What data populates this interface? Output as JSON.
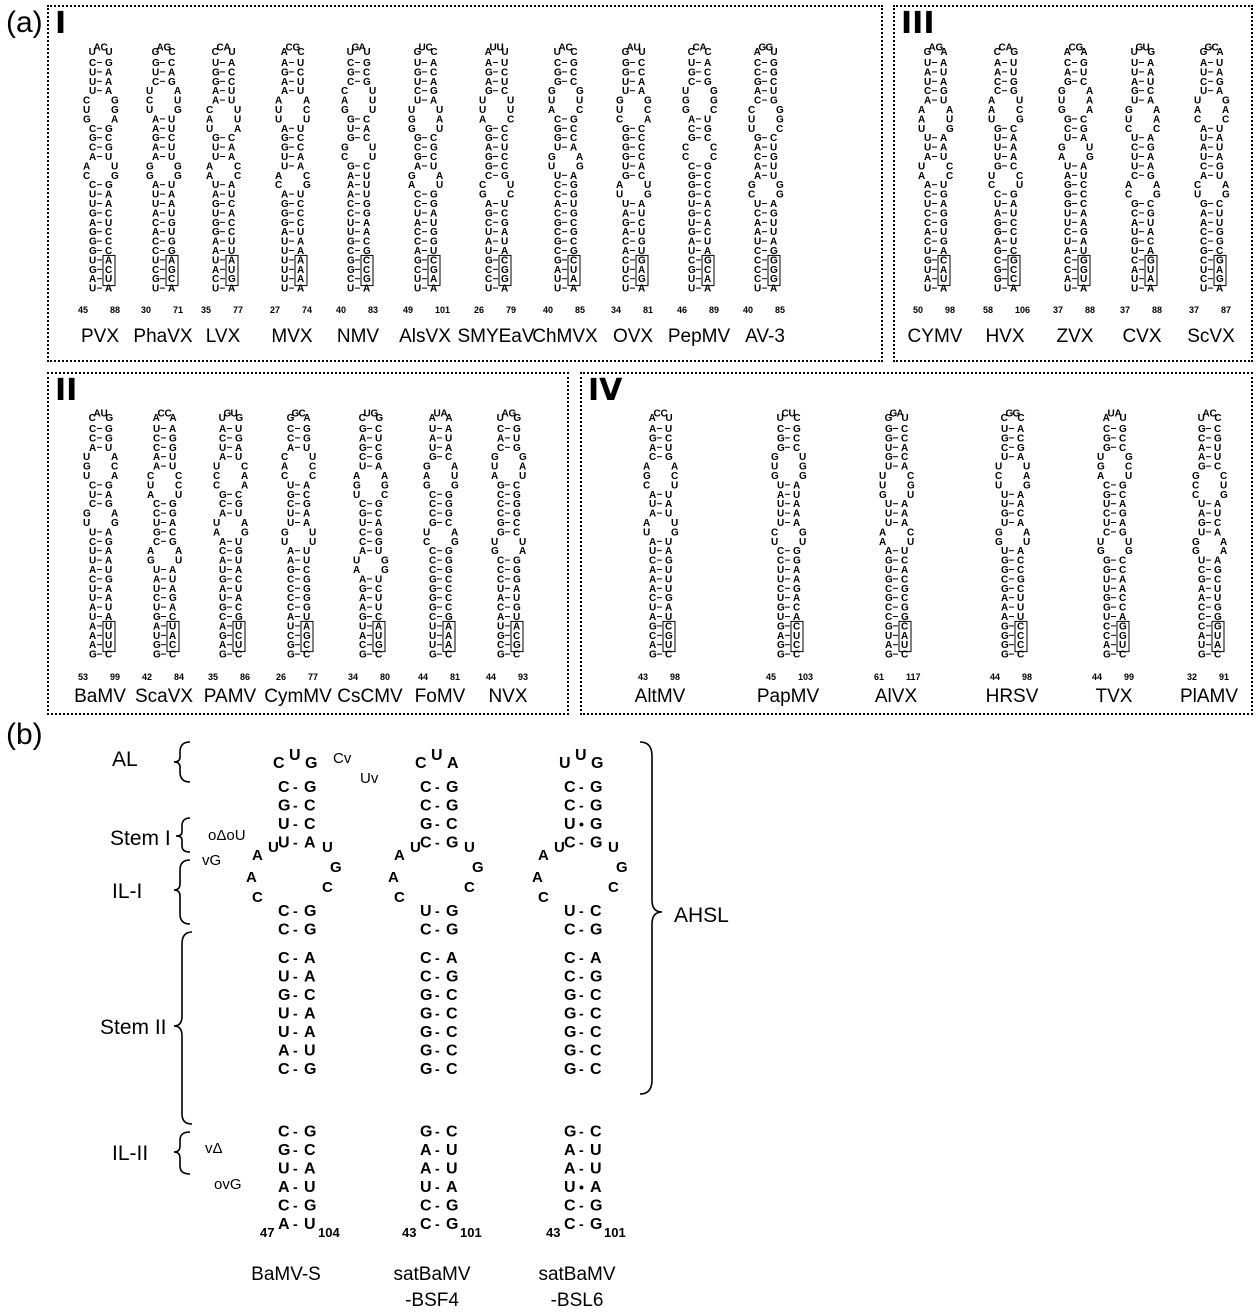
{
  "panel_a_label": "(a)",
  "panel_b_label": "(b)",
  "groups": [
    {
      "roman": "I",
      "viruses": [
        {
          "name": "PVX",
          "start": "45",
          "end": "88"
        },
        {
          "name": "PhaVX",
          "start": "30",
          "end": "71"
        },
        {
          "name": "LVX",
          "start": "35",
          "end": "77"
        },
        {
          "name": "MVX",
          "start": "27",
          "end": "74"
        },
        {
          "name": "NMV",
          "start": "40",
          "end": "83"
        },
        {
          "name": "AlsVX",
          "start": "49",
          "end": "101"
        },
        {
          "name": "SMYEaV",
          "start": "26",
          "end": "79"
        },
        {
          "name": "ChMVX",
          "start": "40",
          "end": "85"
        },
        {
          "name": "OVX",
          "start": "34",
          "end": "81"
        },
        {
          "name": "PepMV",
          "start": "46",
          "end": "89"
        },
        {
          "name": "AV-3",
          "start": "40",
          "end": "85"
        }
      ]
    },
    {
      "roman": "III",
      "viruses": [
        {
          "name": "CYMV",
          "start": "50",
          "end": "98"
        },
        {
          "name": "HVX",
          "start": "58",
          "end": "106"
        },
        {
          "name": "ZVX",
          "start": "37",
          "end": "88"
        },
        {
          "name": "CVX",
          "start": "37",
          "end": "88"
        },
        {
          "name": "ScVX",
          "start": "37",
          "end": "87"
        }
      ]
    },
    {
      "roman": "II",
      "viruses": [
        {
          "name": "BaMV",
          "start": "53",
          "end": "99"
        },
        {
          "name": "ScaVX",
          "start": "42",
          "end": "84"
        },
        {
          "name": "PAMV",
          "start": "35",
          "end": "86"
        },
        {
          "name": "CymMV",
          "start": "26",
          "end": "77"
        },
        {
          "name": "CsCMV",
          "start": "34",
          "end": "80"
        },
        {
          "name": "FoMV",
          "start": "44",
          "end": "81"
        },
        {
          "name": "NVX",
          "start": "44",
          "end": "93"
        }
      ]
    },
    {
      "roman": "IV",
      "viruses": [
        {
          "name": "AltMV",
          "start": "43",
          "end": "98"
        },
        {
          "name": "PapMV",
          "start": "45",
          "end": "103"
        },
        {
          "name": "AlVX",
          "start": "61",
          "end": "117"
        },
        {
          "name": "HRSV",
          "start": "44",
          "end": "98"
        },
        {
          "name": "TVX",
          "start": "44",
          "end": "99"
        },
        {
          "name": "PlAMV",
          "start": "32",
          "end": "91"
        }
      ]
    }
  ],
  "panel_b": {
    "regions": {
      "al": "AL",
      "stem1": "Stem I",
      "il1": "IL-I",
      "stem2": "Stem II",
      "il2": "IL-II",
      "ahsl": "AHSL"
    },
    "mutations": {
      "cv": "Cv",
      "uv": "Uv",
      "delta_u": "oΔoU",
      "vg": "vG",
      "v_delta": "vΔ",
      "ov_g": "ovG"
    },
    "structures": [
      {
        "name_line1": "BaMV-S",
        "name_line2": "",
        "start": "47",
        "end": "104"
      },
      {
        "name_line1": "satBaMV",
        "name_line2": "-BSF4",
        "start": "43",
        "end": "101"
      },
      {
        "name_line1": "satBaMV",
        "name_line2": "-BSL6",
        "start": "43",
        "end": "101"
      }
    ]
  }
}
